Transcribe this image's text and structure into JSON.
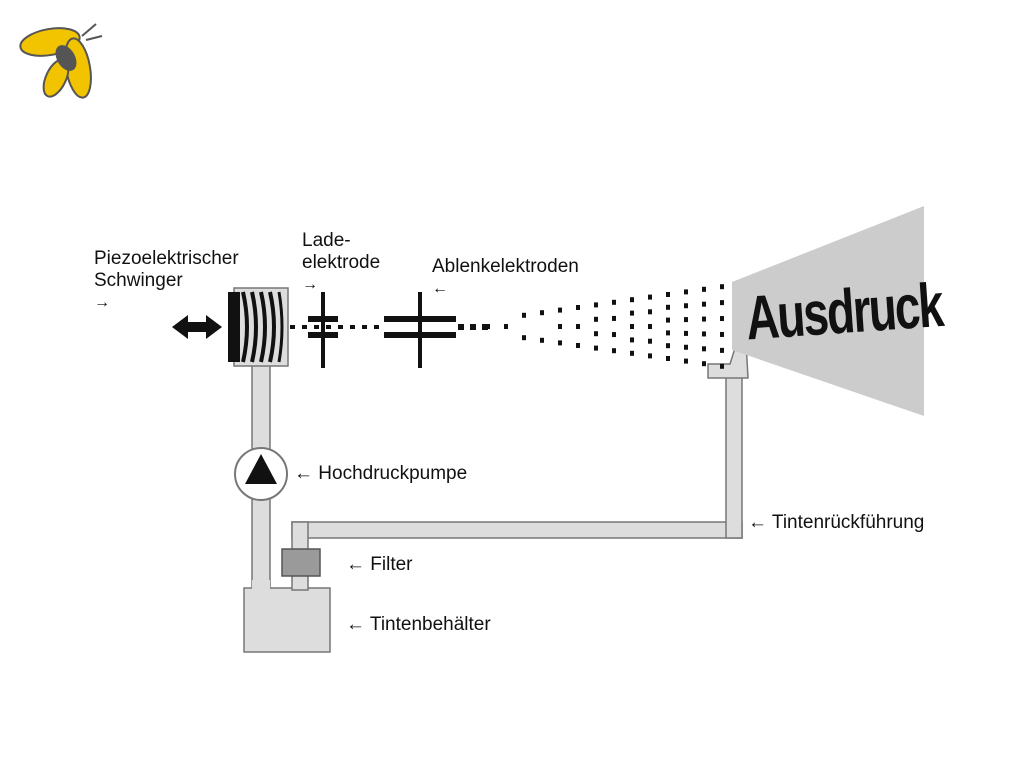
{
  "logo": {
    "icon": "bee-logo",
    "colors": {
      "wing": "#f2c400",
      "body": "#444444"
    }
  },
  "labels": {
    "piezo": [
      "Piezoelektrischer",
      "Schwinger",
      "→"
    ],
    "lade": [
      "Lade-",
      "elektrode",
      "→"
    ],
    "ablenk": [
      "Ablenkelektroden",
      "←"
    ],
    "pumpe": "← Hochdruckpumpe",
    "filter": "← Filter",
    "behaelter": "← Tintenbehälter",
    "rueckfuehrung": "← Tintenrückführung",
    "ausdruck": "Ausdruck"
  },
  "colors": {
    "pipe": "#dddddd",
    "pipe_edge": "#777777",
    "ink": "#111111",
    "filter": "#9a9a9a",
    "screen": "#cccccc"
  }
}
